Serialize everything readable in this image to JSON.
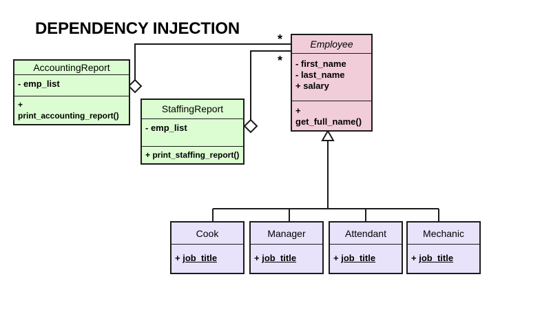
{
  "title": "DEPENDENCY INJECTION",
  "multiplicity": {
    "top": "*",
    "bottom": "*"
  },
  "classes": {
    "employee": {
      "name": "Employee",
      "attributes": [
        "- first_name",
        "- last_name",
        "+ salary"
      ],
      "operations": [
        "+ get_full_name()"
      ]
    },
    "accounting_report": {
      "name": "AccountingReport",
      "attributes": [
        "- emp_list"
      ],
      "operations": [
        "+ print_accounting_report()"
      ]
    },
    "staffing_report": {
      "name": "StaffingReport",
      "attributes": [
        "- emp_list"
      ],
      "operations": [
        "+ print_staffing_report()"
      ]
    },
    "cook": {
      "name": "Cook",
      "vis": "+",
      "attr": "job_title"
    },
    "manager": {
      "name": "Manager",
      "vis": "+",
      "attr": "job_title"
    },
    "attendant": {
      "name": "Attendant",
      "vis": "+",
      "attr": "job_title"
    },
    "mechanic": {
      "name": "Mechanic",
      "vis": "+",
      "attr": "job_title"
    }
  },
  "colors": {
    "report_fill": "#dcfdd2",
    "employee_fill": "#f1cdd9",
    "subclass_fill": "#e8e2fb",
    "stroke": "#1a1a1a"
  }
}
